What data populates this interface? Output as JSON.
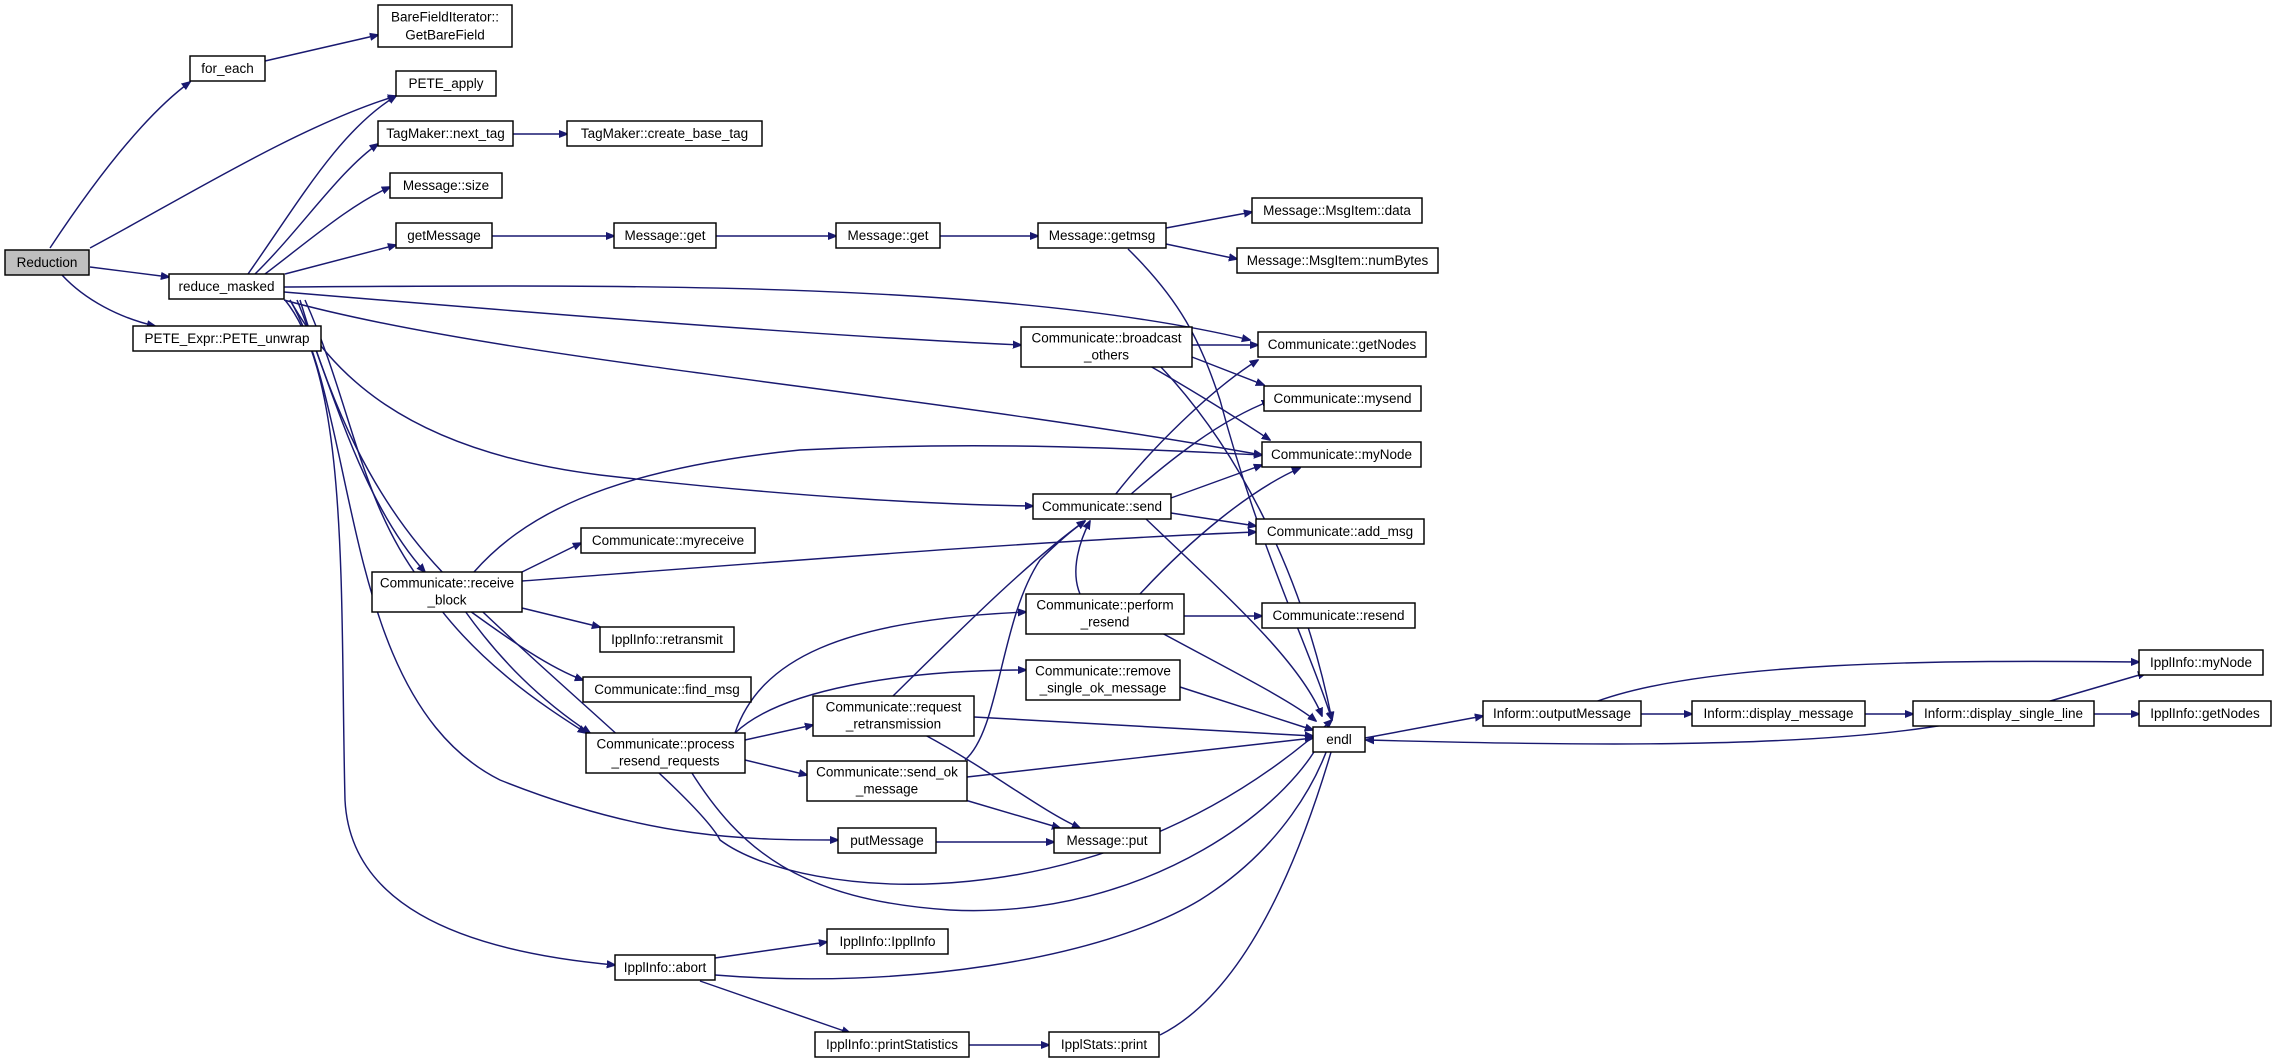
{
  "colors": {
    "edge": "#191970",
    "root_fill": "#bfbfbf",
    "node_fill": "#ffffff",
    "node_border": "#000000"
  },
  "nodes": {
    "reduction": "Reduction",
    "for_each": "for_each",
    "bare_get": [
      "BareFieldIterator::",
      "GetBareField"
    ],
    "pete_apply": "PETE_apply",
    "next_tag": "TagMaker::next_tag",
    "create_base_tag": "TagMaker::create_base_tag",
    "msg_size": "Message::size",
    "getMessage": "getMessage",
    "msg_get1": "Message::get",
    "msg_get2": "Message::get",
    "getmsg": "Message::getmsg",
    "msgitem_data": "Message::MsgItem::data",
    "msgitem_numbytes": "Message::MsgItem::numBytes",
    "reduce_masked": "reduce_masked",
    "pete_unwrap": "PETE_Expr::PETE_unwrap",
    "broadcast_others": [
      "Communicate::broadcast",
      "_others"
    ],
    "getNodes": "Communicate::getNodes",
    "mysend": "Communicate::mysend",
    "myNode": "Communicate::myNode",
    "comm_send": "Communicate::send",
    "add_msg": "Communicate::add_msg",
    "myreceive": "Communicate::myreceive",
    "receive_block": [
      "Communicate::receive",
      "_block"
    ],
    "retransmit": "IpplInfo::retransmit",
    "perform_resend": [
      "Communicate::perform",
      "_resend"
    ],
    "resend": "Communicate::resend",
    "find_msg": "Communicate::find_msg",
    "remove_single": [
      "Communicate::remove",
      "_single_ok_message"
    ],
    "request_retrans": [
      "Communicate::request",
      "_retransmission"
    ],
    "process_resend": [
      "Communicate::process",
      "_resend_requests"
    ],
    "send_ok": [
      "Communicate::send_ok",
      "_message"
    ],
    "endl": "endl",
    "output_message": "Inform::outputMessage",
    "display_message": "Inform::display_message",
    "display_single_line": "Inform::display_single_line",
    "ippl_mynode": "IpplInfo::myNode",
    "ippl_getnodes": "IpplInfo::getNodes",
    "putMessage": "putMessage",
    "msg_put": "Message::put",
    "ippl_ctor": "IpplInfo::IpplInfo",
    "abort": "IpplInfo::abort",
    "print_stats": "IpplInfo::printStatistics",
    "stats_print": "IpplStats::print"
  }
}
